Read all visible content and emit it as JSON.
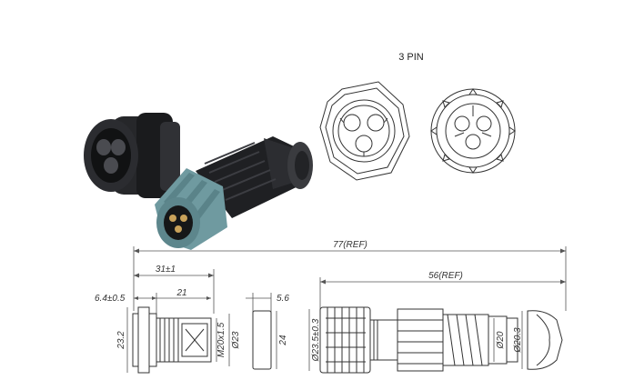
{
  "header": {
    "pin_label": "3 PIN"
  },
  "dimensions": {
    "overall_length": "77(REF)",
    "receptacle_length": "31±1",
    "plug_length": "56(REF)",
    "flange": "6.4±0.5",
    "thread_length": "21",
    "nut_width": "5.6",
    "height_left": "23.2",
    "thread_dia": "M20x1.5",
    "dia_23": "Ø23",
    "height_24": "24",
    "plug_dia": "Ø23.5±0.3",
    "dia_20": "Ø20",
    "dia_20_3": "Ø20.3"
  },
  "colors": {
    "teal": "#6f9aa0",
    "black": "#1c1c1e",
    "line": "#555555"
  }
}
